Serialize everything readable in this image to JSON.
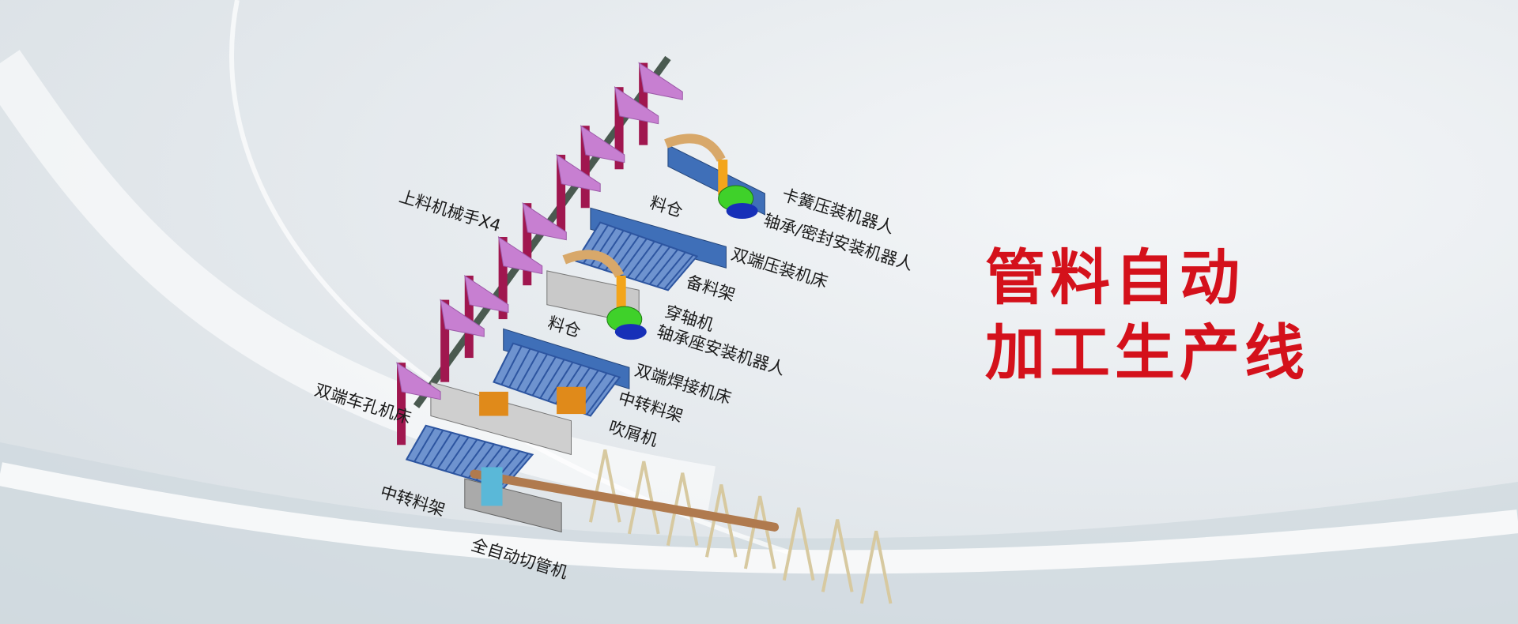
{
  "title": {
    "line1": "管料自动",
    "line2": "加工生产线",
    "color": "#d4111b"
  },
  "labels": [
    {
      "text": "上料机械手X4"
    },
    {
      "text": "料仓"
    },
    {
      "text": "卡簧压装机器人"
    },
    {
      "text": "轴承/密封安装机器人"
    },
    {
      "text": "双端压装机床"
    },
    {
      "text": "备料架"
    },
    {
      "text": "穿轴机"
    },
    {
      "text": "料仓"
    },
    {
      "text": "轴承座安装机器人"
    },
    {
      "text": "双端焊接机床"
    },
    {
      "text": "中转料架"
    },
    {
      "text": "吹屑机"
    },
    {
      "text": "双端车孔机床"
    },
    {
      "text": "中转料架"
    },
    {
      "text": "全自动切管机"
    }
  ],
  "colors": {
    "gantry": "#c77fd1",
    "column": "#a0174f",
    "beam": "#3f6fb8",
    "robot": "#3fd12a",
    "pipe": "#b07a4e",
    "frame": "#d7c9a0"
  }
}
